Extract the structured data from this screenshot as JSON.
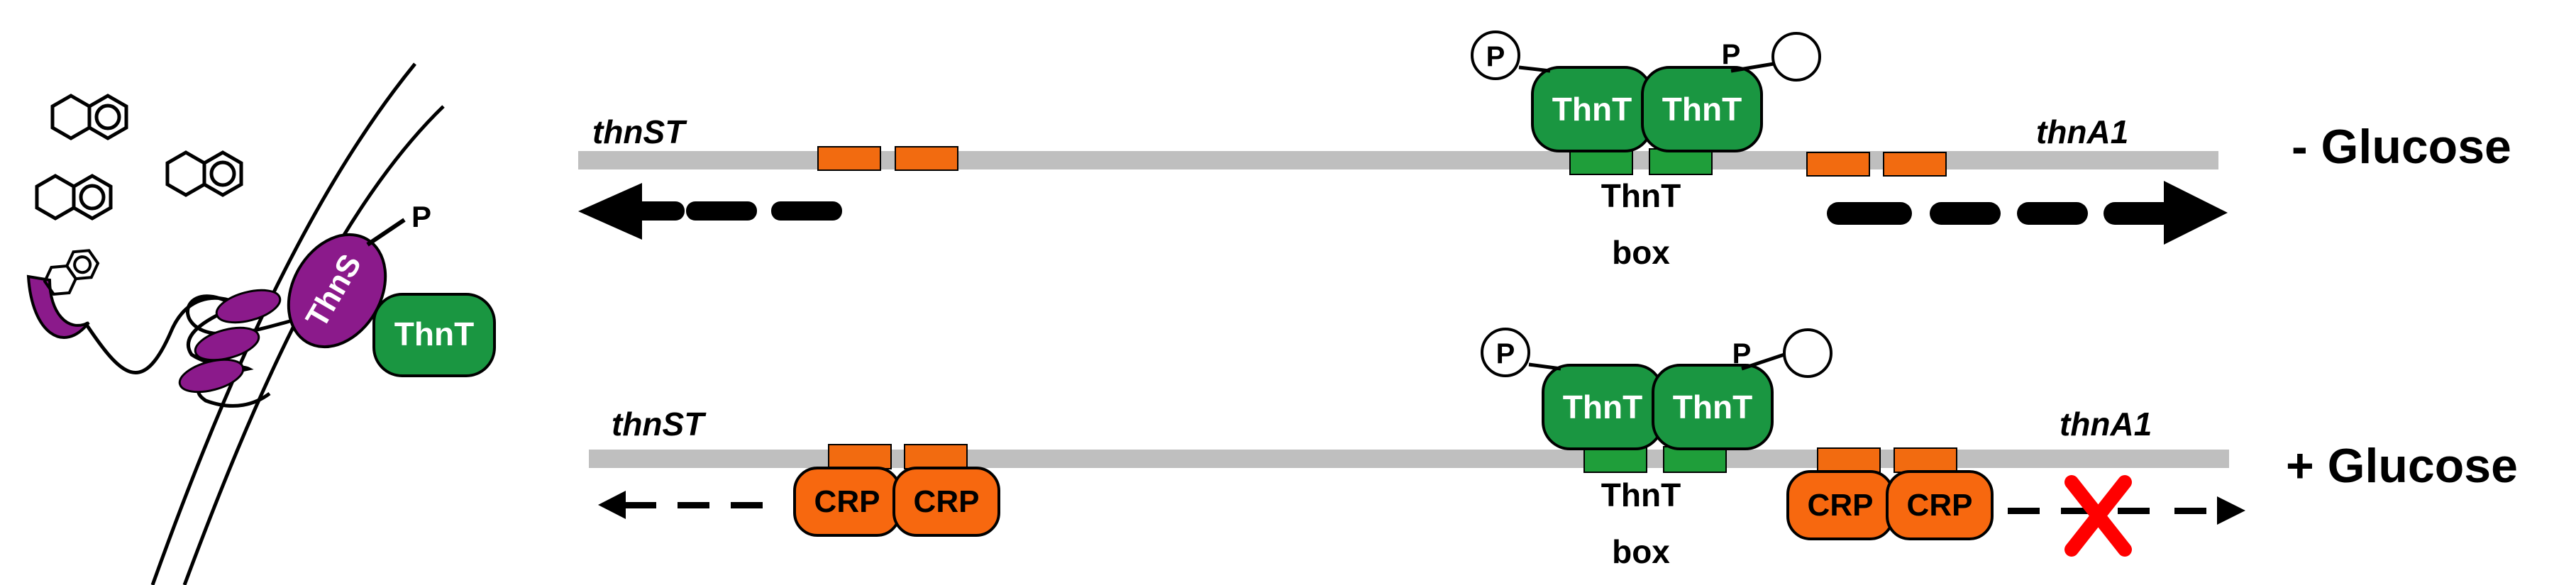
{
  "top": {
    "gene_left": "thnST",
    "gene_right": "thnA1",
    "condition": "- Glucose",
    "protein_left": "ThnT",
    "protein_right": "ThnT",
    "phospho_left": "P",
    "phospho_right": "P",
    "box_line1": "ThnT",
    "box_line2": "box"
  },
  "bottom": {
    "gene_left": "thnST",
    "gene_right": "thnA1",
    "condition": "+ Glucose",
    "protein_left": "ThnT",
    "protein_right": "ThnT",
    "phospho_left": "P",
    "phospho_right": "P",
    "box_line1": "ThnT",
    "box_line2": "box",
    "crp_1": "CRP",
    "crp_2": "CRP",
    "crp_3": "CRP",
    "crp_4": "CRP"
  },
  "membrane": {
    "sensor_label": "ThnS",
    "regulator_label": "ThnT",
    "phospho_label": "P"
  },
  "colors": {
    "dna": "#bfbfbf",
    "thnT_green": "#1a9641",
    "thnT_box": "#1f9e3a",
    "crp_orange": "#f7680f",
    "site_orange": "#f26b10",
    "thnS_purple": "#8b1a8b",
    "block_red": "#ff0000"
  }
}
